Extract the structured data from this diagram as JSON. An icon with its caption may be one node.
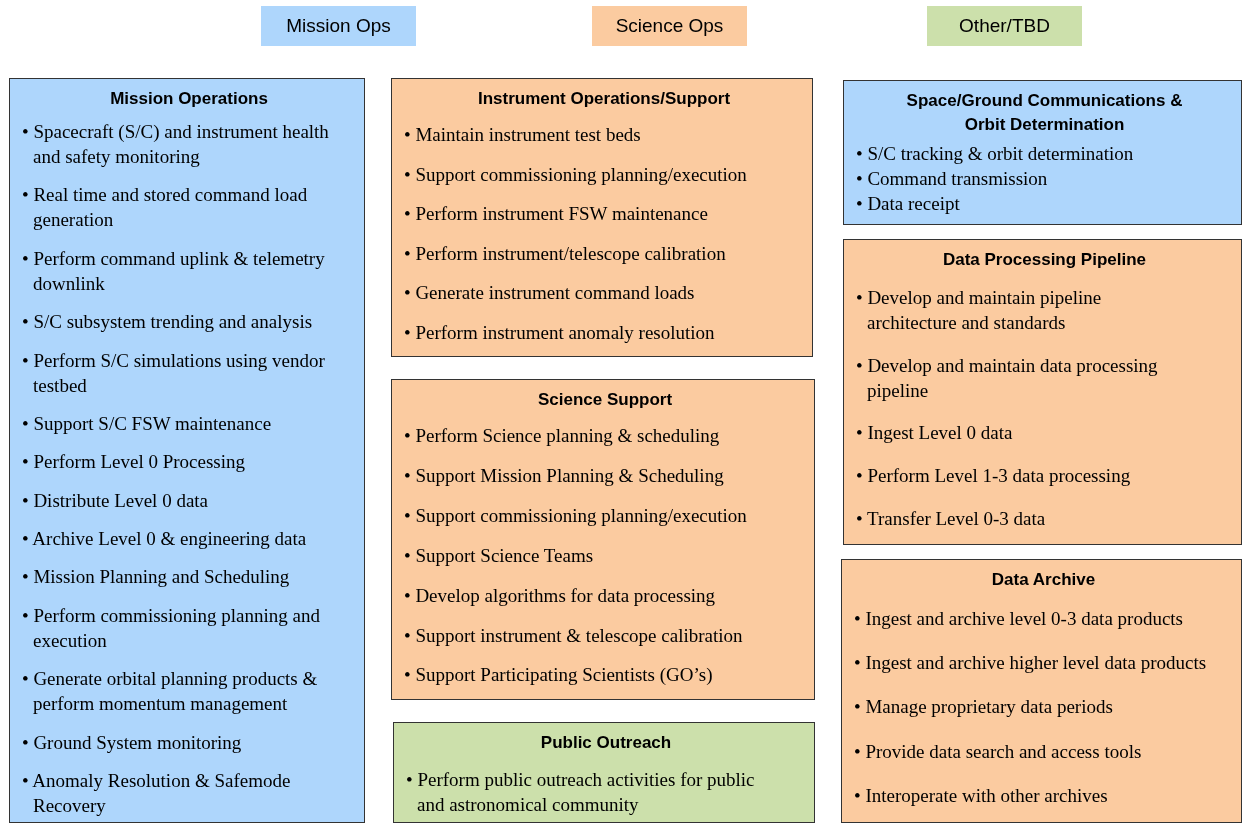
{
  "diagram": {
    "nodes": [
      {
        "text": [
          "Mission Operations",
          "• Spacecraft (S/C) and instrument health and safety monitoring",
          "• Real time and stored command load generation",
          "• Perform command uplink & telemetry downlink",
          "• S/C subsystem trending and analysis",
          "• Perform S/C simulations using vendor testbed",
          "• Support S/C FSW maintenance",
          "• Perform Level 0 Processing",
          "• Distribute Level 0 data",
          "• Archive Level 0 & engineering data",
          "• Mission Planning and Scheduling",
          "• Perform commissioning planning and execution",
          "• Generate orbital planning products & perform momentum management",
          "• Ground System monitoring",
          "• Anomaly Resolution & Safemode Recovery"
        ]
      },
      {
        "text": [
          "Instrument Operations/Support",
          "• Maintain instrument test beds",
          "• Support commissioning planning/execution",
          "• Perform instrument FSW maintenance",
          "• Perform instrument/telescope calibration",
          "• Generate instrument command loads",
          "• Perform instrument anomaly resolution"
        ]
      },
      {
        "text": [
          "Science Support",
          "• Perform Science planning & scheduling",
          "• Support Mission Planning & Scheduling",
          "• Support commissioning planning/execution",
          "• Support Science Teams",
          "• Develop algorithms for data processing",
          "• Support instrument & telescope calibration",
          "• Support Participating Scientists (GO’s)"
        ]
      },
      {
        "text": [
          "Public Outreach",
          "• Perform public outreach activities for public and astronomical community"
        ]
      },
      {
        "text": [
          "Space/Ground Communications & Orbit Determination",
          "• S/C tracking & orbit determination",
          "• Command transmission",
          "• Data receipt"
        ]
      },
      {
        "text": [
          "Data Processing Pipeline",
          "• Develop and maintain pipeline architecture and standards",
          "• Develop and maintain data processing pipeline",
          "• Ingest Level 0 data",
          "• Perform Level 1-3 data processing",
          "• Transfer Level 0-3 data"
        ]
      },
      {
        "text": [
          "Data Archive",
          "• Ingest and archive level 0-3 data products",
          "• Ingest and archive higher level data products",
          "• Manage proprietary data periods",
          "• Provide data search and access tools",
          "• Interoperate with other archives"
        ]
      }
    ],
    "legend": [
      {
        "text": "Mission Ops",
        "color": "#aed6fc"
      },
      {
        "text": "Science Ops",
        "color": "#fbcba0"
      },
      {
        "text": "Other/TBD",
        "color": "#cce0ab"
      }
    ]
  }
}
